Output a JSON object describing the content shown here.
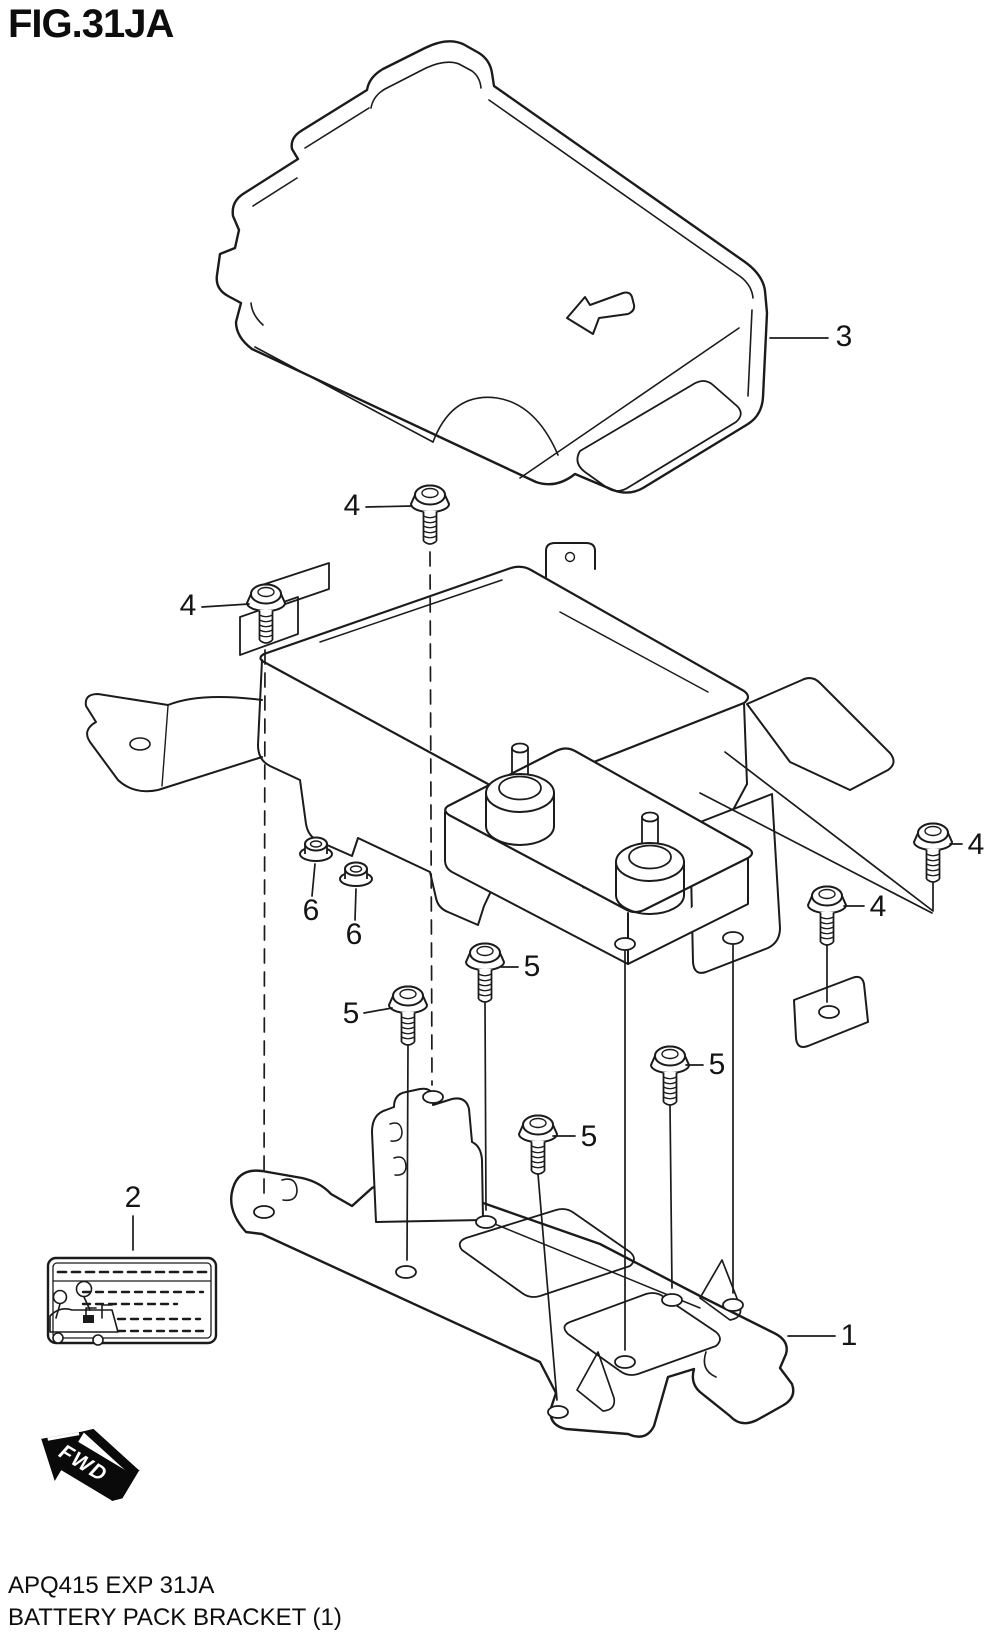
{
  "figure": {
    "title": "FIG.31JA"
  },
  "footer": {
    "model_code": "APQ415 EXP 31JA",
    "part_title": "BATTERY PACK BRACKET (1)"
  },
  "direction_marker": {
    "label": "FWD"
  },
  "callouts": {
    "part_1": "1",
    "part_2": "2",
    "part_3": "3",
    "part_4": "4",
    "part_5": "5",
    "part_6": "6"
  },
  "colors": {
    "line_color": "#1b1b1b",
    "background": "#ffffff",
    "marker_fill": "#0a0a0a",
    "marker_text": "#ffffff"
  }
}
